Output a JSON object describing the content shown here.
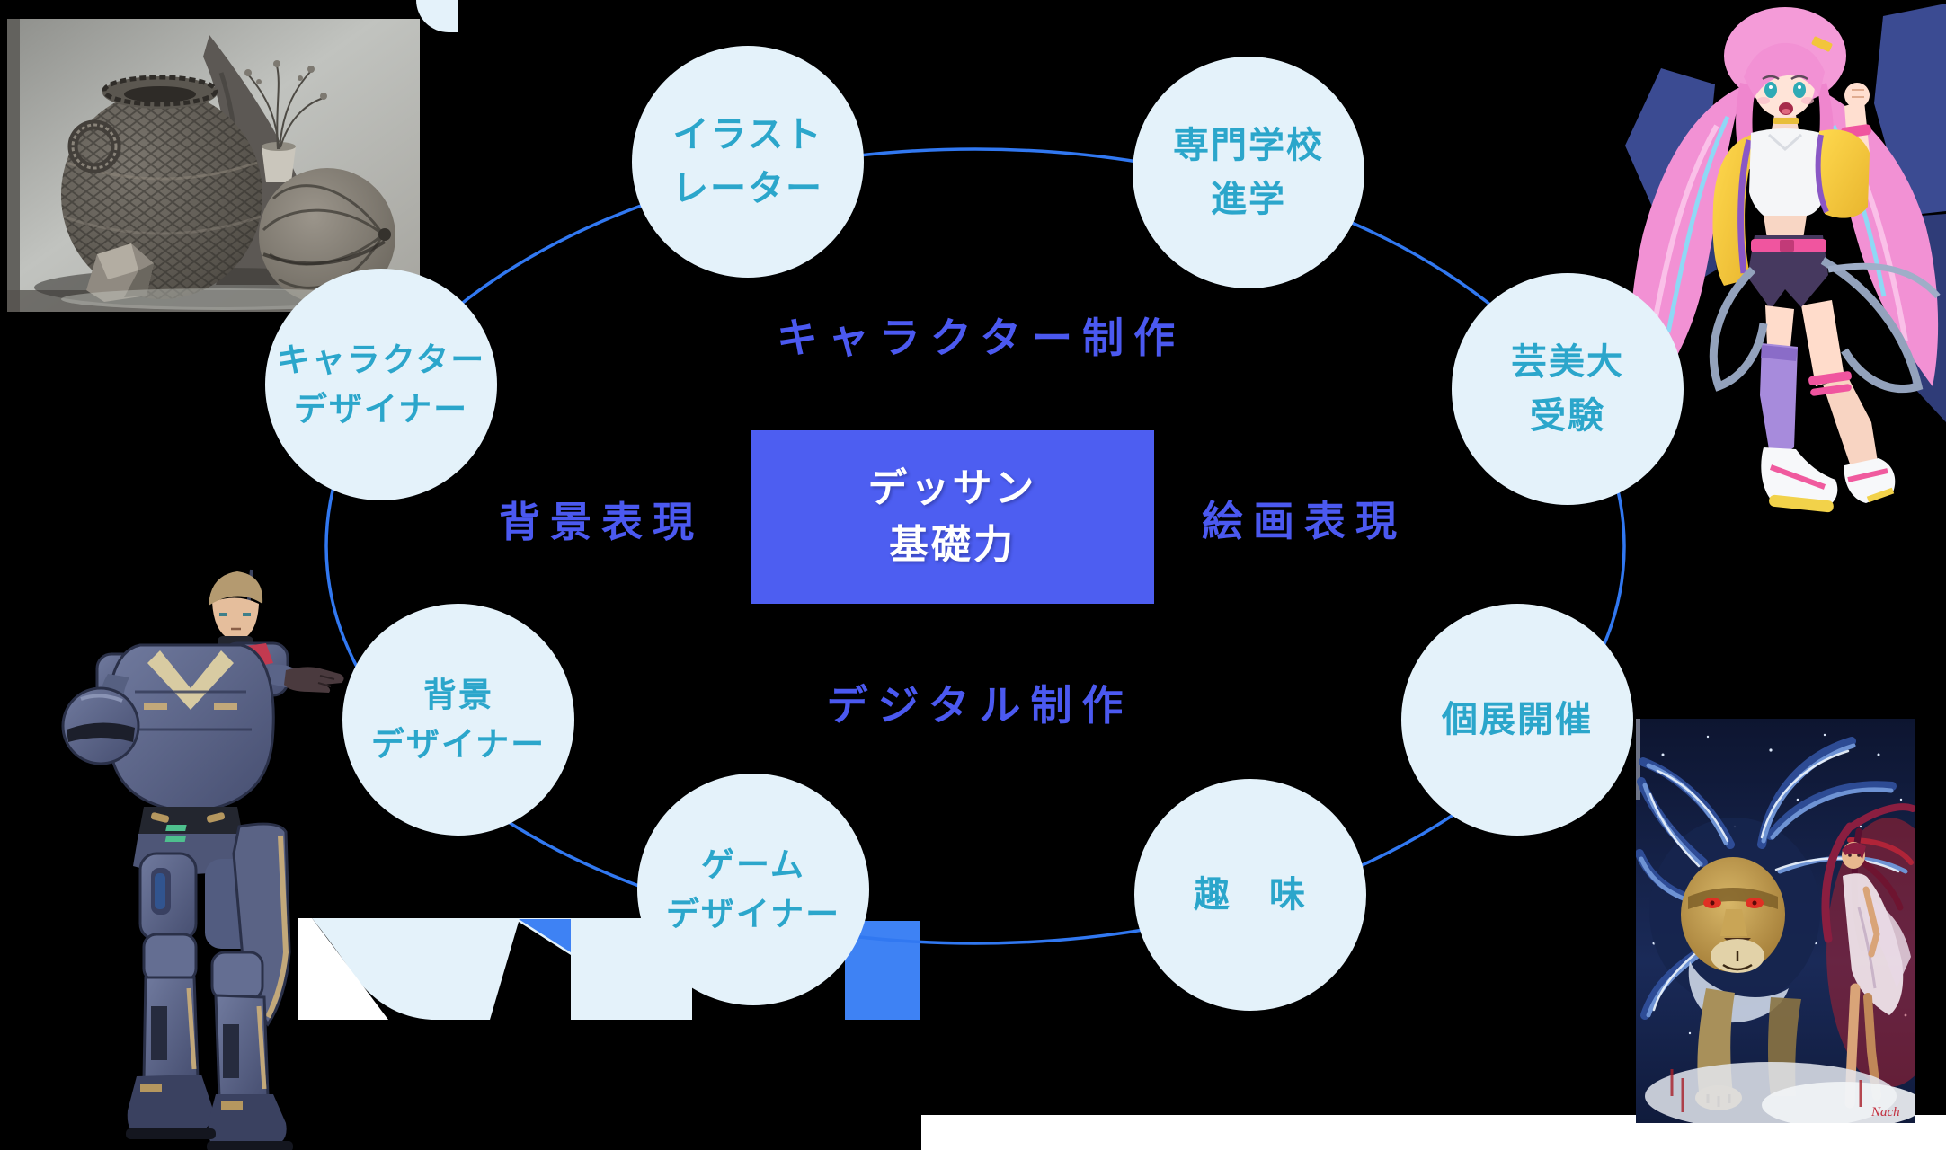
{
  "colors": {
    "background": "#000000",
    "node_fill": "#E4F2FA",
    "node_text": "#2BA6CB",
    "edge_line": "#3178F1",
    "center_fill": "#4D5EF1",
    "center_text": "#FFFFFF",
    "label_text": "#4B59F0",
    "accent_blue": "#3E82F4",
    "white": "#FFFFFF"
  },
  "center_box": {
    "label": "デッサン\n基礎力"
  },
  "nodes": [
    {
      "id": "illustrator",
      "label": "イラスト\nレーター"
    },
    {
      "id": "vocational-school",
      "label": "専門学校\n進学"
    },
    {
      "id": "character-designer",
      "label": "キャラクター\nデザイナー"
    },
    {
      "id": "art-university-exam",
      "label": "芸美大\n受験"
    },
    {
      "id": "background-designer",
      "label": "背景\nデザイナー"
    },
    {
      "id": "solo-exhibition",
      "label": "個展開催"
    },
    {
      "id": "game-designer",
      "label": "ゲーム\nデザイナー"
    },
    {
      "id": "hobby",
      "label": "趣　味"
    }
  ],
  "edge_labels": [
    {
      "id": "character-production",
      "text": "キャラクター制作"
    },
    {
      "id": "background-expression",
      "text": "背景表現"
    },
    {
      "id": "painting-expression",
      "text": "絵画表現"
    },
    {
      "id": "digital-production",
      "text": "デジタル制作"
    }
  ],
  "illustrations": {
    "still_life": "still-life-pencil-drawing",
    "anime_girl": "anime-girl-character-illustration",
    "soldier": "sci-fi-armored-soldier-illustration",
    "lion_painting": "lion-and-girl-painting",
    "signature": "Nach"
  }
}
